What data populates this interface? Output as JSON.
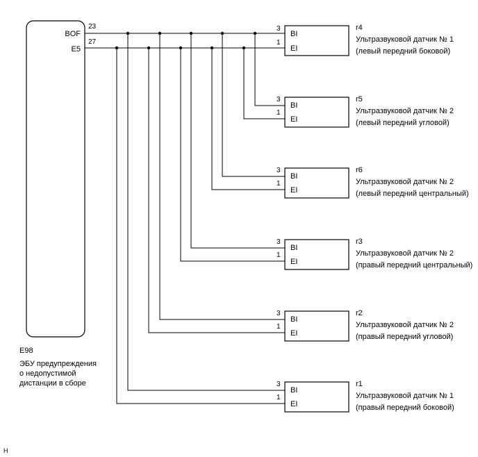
{
  "ecu": {
    "id": "E98",
    "caption": [
      "ЭБУ предупреждения",
      "о недопустимой",
      "дистанции в сборе"
    ],
    "terminals": [
      {
        "name": "BOF",
        "pin": "23"
      },
      {
        "name": "E5",
        "pin": "27"
      }
    ]
  },
  "sensors": [
    {
      "id": "r4",
      "name": "Ультразвуковой датчик № 1",
      "position": "(левый передний боковой)",
      "pin_bi": "3",
      "pin_ei": "1",
      "label_bi": "BI",
      "label_ei": "EI"
    },
    {
      "id": "r5",
      "name": "Ультразвуковой датчик № 2",
      "position": "(левый передний угловой)",
      "pin_bi": "3",
      "pin_ei": "1",
      "label_bi": "BI",
      "label_ei": "EI"
    },
    {
      "id": "r6",
      "name": "Ультразвуковой датчик № 2",
      "position": "(левый передний центральный)",
      "pin_bi": "3",
      "pin_ei": "1",
      "label_bi": "BI",
      "label_ei": "EI"
    },
    {
      "id": "r3",
      "name": "Ультразвуковой датчик № 2",
      "position": "(правый передний центральный)",
      "pin_bi": "3",
      "pin_ei": "1",
      "label_bi": "BI",
      "label_ei": "EI"
    },
    {
      "id": "r2",
      "name": "Ультразвуковой датчик № 2",
      "position": "(правый передний угловой)",
      "pin_bi": "3",
      "pin_ei": "1",
      "label_bi": "BI",
      "label_ei": "EI"
    },
    {
      "id": "r1",
      "name": "Ультразвуковой датчик № 1",
      "position": "(правый передний боковой)",
      "pin_bi": "3",
      "pin_ei": "1",
      "label_bi": "BI",
      "label_ei": "EI"
    }
  ],
  "footer_mark": "H",
  "colors": {
    "line": "#000000",
    "background": "#ffffff"
  }
}
